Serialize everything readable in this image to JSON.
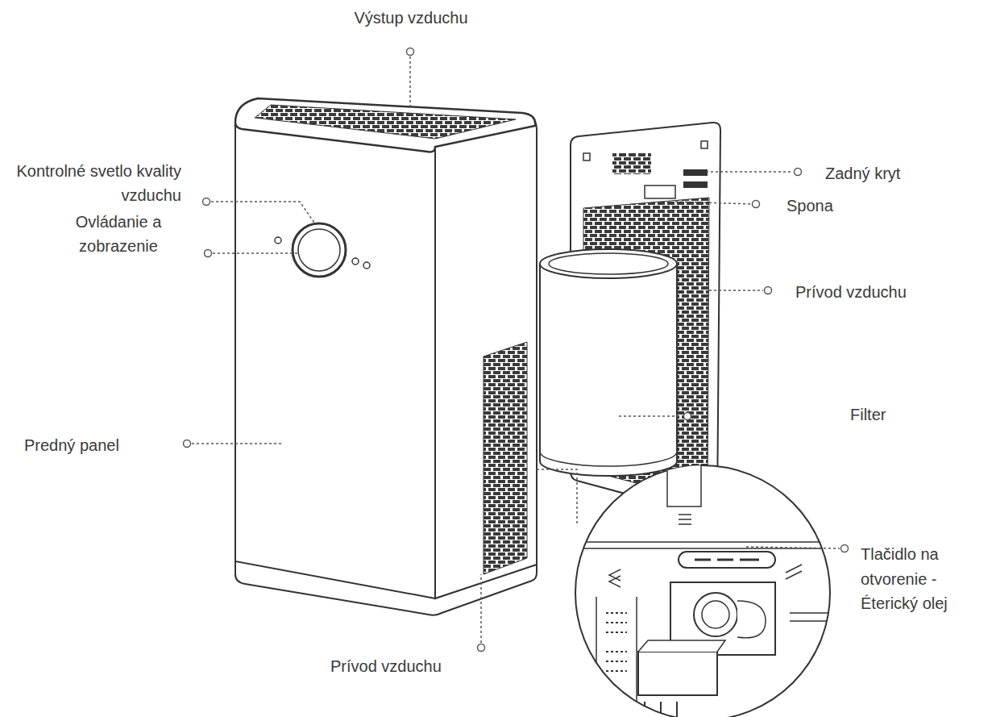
{
  "diagram": {
    "labels": [
      "Výstup vzduchu",
      "Kontrolné svetlo kvality vzduchu",
      "Zadný kryt",
      "Spona",
      "Ovládanie a zobrazenie",
      "Prívod vzduchu",
      "Filter",
      "Predný panel",
      "Tlačidlo na otvorenie - Éterický olej",
      "Prívod vzduchu"
    ]
  }
}
